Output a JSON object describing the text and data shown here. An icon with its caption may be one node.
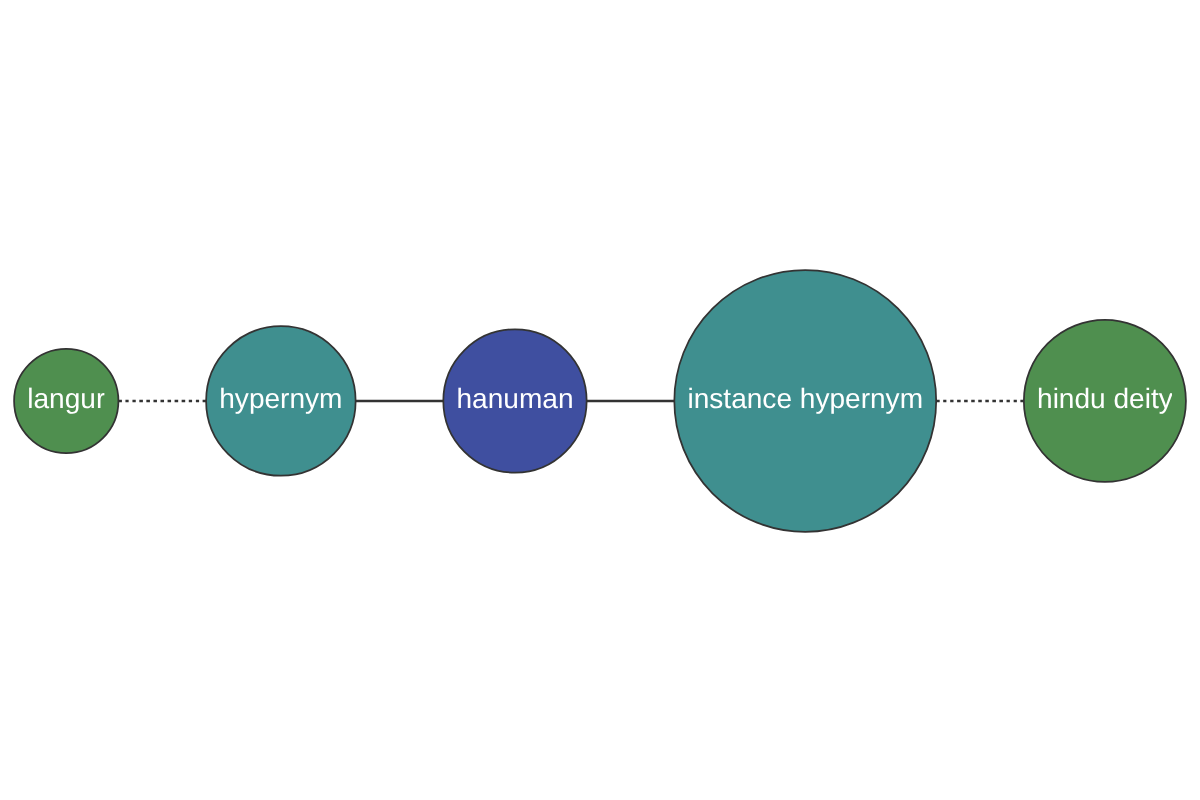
{
  "diagram": {
    "nodes": [
      {
        "text": [
          "langur"
        ]
      },
      {
        "text": [
          "hypernym"
        ]
      },
      {
        "text": [
          "hanuman"
        ]
      },
      {
        "text": [
          "instance hypernym"
        ]
      },
      {
        "text": [
          "hindu deity"
        ]
      }
    ],
    "edges": [
      {
        "from": 0,
        "to": 1,
        "arrow": "none",
        "style": "dashed"
      },
      {
        "from": 1,
        "to": 2,
        "arrow": "none"
      },
      {
        "from": 2,
        "to": 3,
        "arrow": "none"
      },
      {
        "from": 3,
        "to": 4,
        "arrow": "none",
        "style": "dashed"
      }
    ]
  }
}
